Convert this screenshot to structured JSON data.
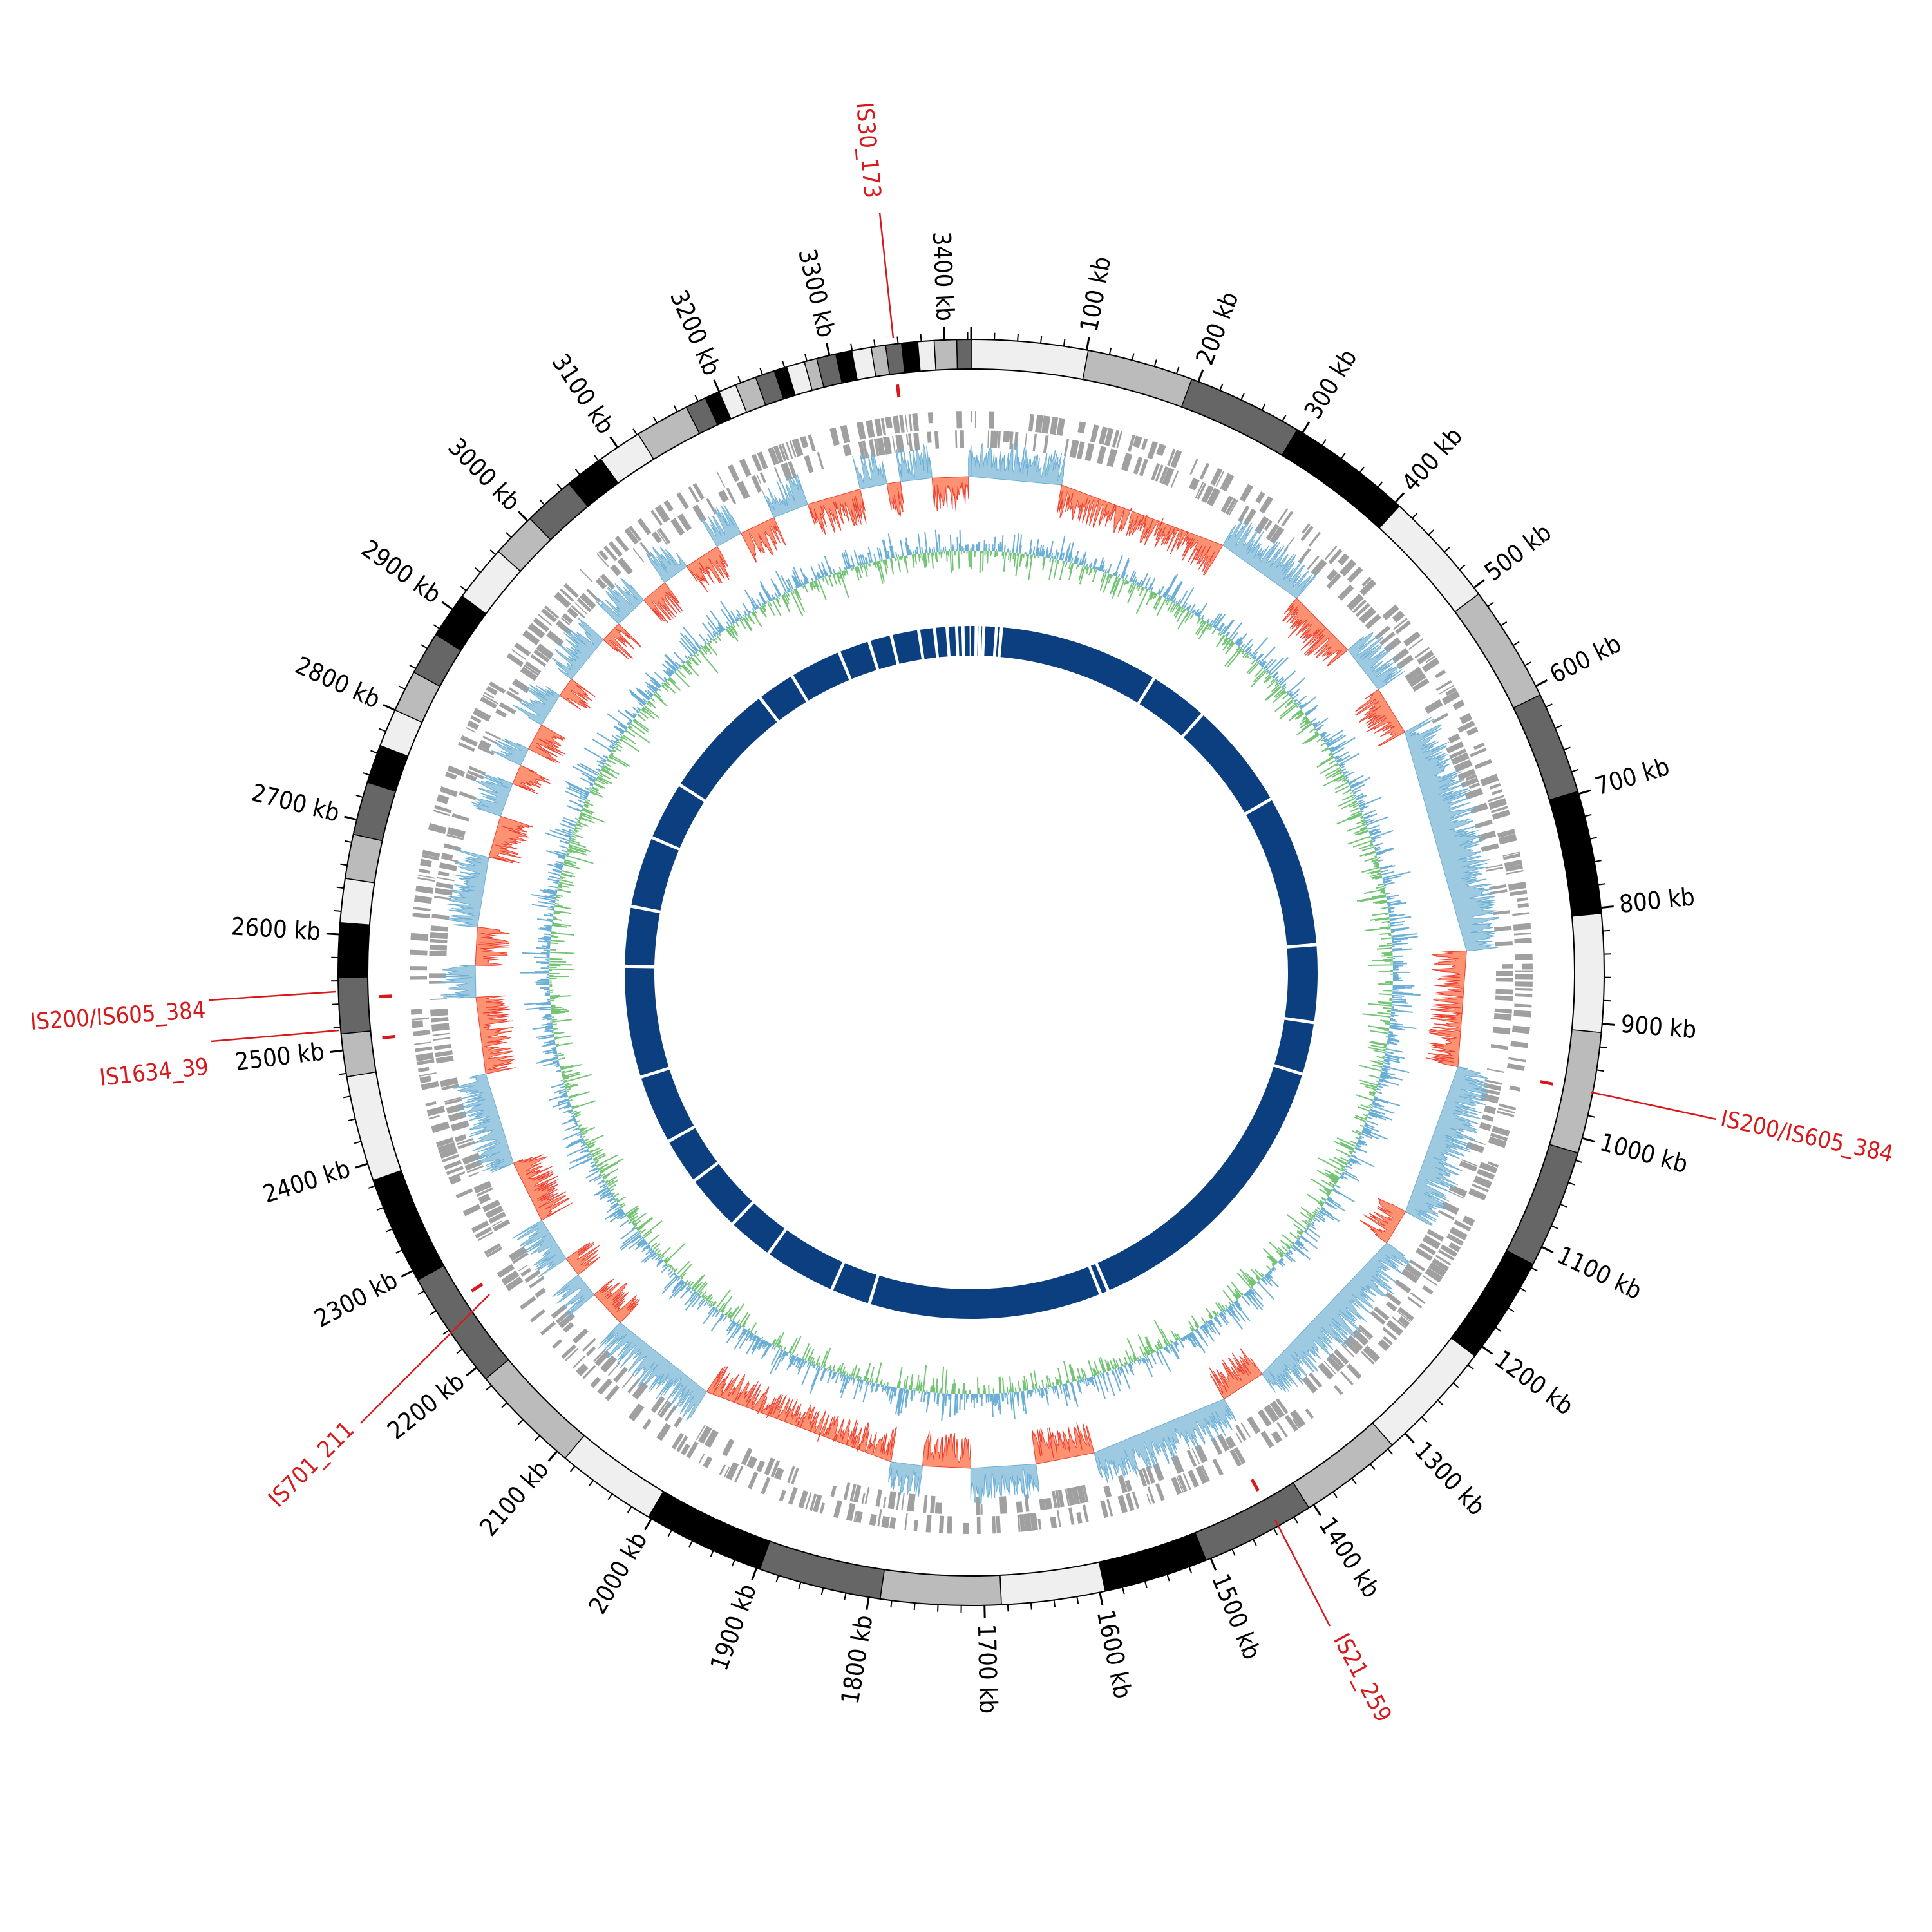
{
  "chart_data": {
    "type": "circos",
    "title": "",
    "genome_length_kb": 3423,
    "tick_unit": "kb",
    "major_tick_kb": 100,
    "minor_tick_kb": 20,
    "tick_labels": [
      "100 kb",
      "200 kb",
      "300 kb",
      "400 kb",
      "500 kb",
      "600 kb",
      "700 kb",
      "800 kb",
      "900 kb",
      "1000 kb",
      "1100 kb",
      "1200 kb",
      "1300 kb",
      "1400 kb",
      "1500 kb",
      "1600 kb",
      "1700 kb",
      "1800 kb",
      "1900 kb",
      "2000 kb",
      "2100 kb",
      "2200 kb",
      "2300 kb",
      "2400 kb",
      "2500 kb",
      "2600 kb",
      "2700 kb",
      "2800 kb",
      "2900 kb",
      "3000 kb",
      "3100 kb",
      "3200 kb",
      "3300 kb",
      "3400 kb"
    ],
    "ideogram_band_colors": [
      "#efefef",
      "#bbbbbb",
      "#666666",
      "#000000"
    ],
    "is_elements": [
      {
        "label": "IS30_173",
        "position_kb": 3355
      },
      {
        "label": "IS200/IS605_384",
        "position_kb": 959
      },
      {
        "label": "IS21_259",
        "position_kb": 1436
      },
      {
        "label": "IS701_211",
        "position_kb": 2258
      },
      {
        "label": "IS200/IS605_384",
        "position_kb": 2545
      },
      {
        "label": "IS1634_39",
        "position_kb": 2507
      }
    ],
    "gc_skew_segments": [
      [
        0,
        100,
        1
      ],
      [
        100,
        290,
        -1
      ],
      [
        290,
        390,
        1
      ],
      [
        390,
        470,
        -1
      ],
      [
        470,
        525,
        1
      ],
      [
        525,
        580,
        -1
      ],
      [
        580,
        832,
        1
      ],
      [
        832,
        960,
        -1
      ],
      [
        960,
        1130,
        1
      ],
      [
        1130,
        1170,
        -1
      ],
      [
        1170,
        1370,
        1
      ],
      [
        1370,
        1420,
        -1
      ],
      [
        1420,
        1575,
        1
      ],
      [
        1575,
        1640,
        -1
      ],
      [
        1640,
        1712,
        1
      ],
      [
        1712,
        1765,
        -1
      ],
      [
        1765,
        1800,
        1
      ],
      [
        1800,
        2018,
        -1
      ],
      [
        2018,
        2140,
        1
      ],
      [
        2140,
        2182,
        -1
      ],
      [
        2182,
        2210,
        1
      ],
      [
        2210,
        2232,
        -1
      ],
      [
        2232,
        2282,
        1
      ],
      [
        2282,
        2352,
        -1
      ],
      [
        2352,
        2455,
        1
      ],
      [
        2455,
        2540,
        -1
      ],
      [
        2540,
        2575,
        1
      ],
      [
        2575,
        2617,
        -1
      ],
      [
        2617,
        2695,
        1
      ],
      [
        2695,
        2742,
        -1
      ],
      [
        2742,
        2780,
        1
      ],
      [
        2780,
        2802,
        -1
      ],
      [
        2802,
        2822,
        1
      ],
      [
        2822,
        2852,
        -1
      ],
      [
        2852,
        2890,
        1
      ],
      [
        2890,
        2912,
        -1
      ],
      [
        2912,
        2968,
        1
      ],
      [
        2968,
        2992,
        -1
      ],
      [
        2992,
        3030,
        1
      ],
      [
        3030,
        3060,
        -1
      ],
      [
        3060,
        3090,
        1
      ],
      [
        3090,
        3130,
        -1
      ],
      [
        3130,
        3160,
        1
      ],
      [
        3160,
        3200,
        -1
      ],
      [
        3200,
        3240,
        1
      ],
      [
        3240,
        3300,
        -1
      ],
      [
        3300,
        3330,
        1
      ],
      [
        3330,
        3345,
        -1
      ],
      [
        3345,
        3380,
        1
      ],
      [
        3380,
        3420,
        -1
      ],
      [
        3420,
        3423,
        1
      ]
    ],
    "inner_ring_gaps_kb": [
      8,
      14,
      20,
      40,
      48,
      303,
      398,
      570,
      812,
      935,
      1018,
      1490,
      1503,
      1874,
      1937,
      2052,
      2125,
      2216,
      2290,
      2400,
      2577,
      2672,
      2785,
      2879,
      3066,
      3127,
      3210,
      3260,
      3296,
      3340,
      3365,
      3385,
      3400,
      3410
    ],
    "colors": {
      "gc_skew_positive": "#9ecae1",
      "gc_skew_negative": "#fc9272",
      "gc_content_positive": "#6baed6",
      "gc_content_negative": "#74c476",
      "genes": "#a0a0a0",
      "inner_ring": "#0b3f80",
      "is_label": "#d7191c"
    }
  }
}
